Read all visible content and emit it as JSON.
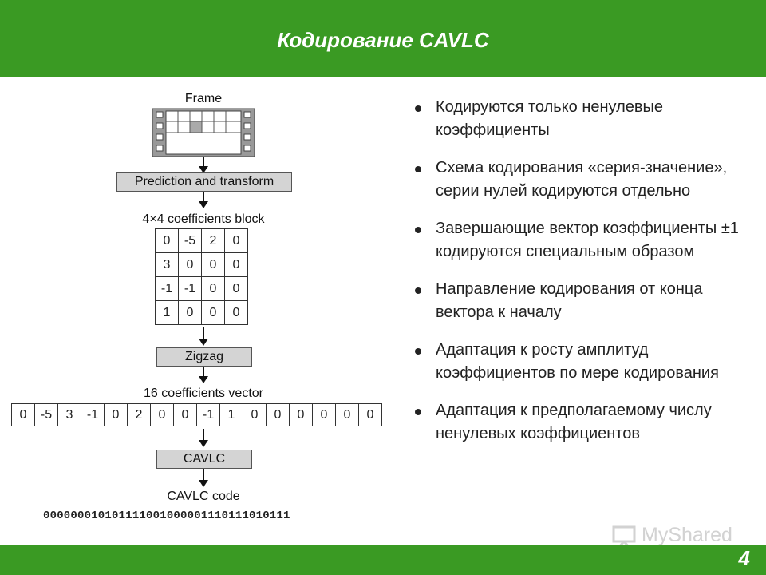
{
  "header": {
    "title": "Кодирование CAVLC"
  },
  "footer": {
    "page_number": "4",
    "watermark": "MyShared"
  },
  "diagram": {
    "frame_label": "Frame",
    "prediction_label": "Prediction and transform",
    "block_label": "4×4 coefficients block",
    "block": [
      [
        "0",
        "-5",
        "2",
        "0"
      ],
      [
        "3",
        "0",
        "0",
        "0"
      ],
      [
        "-1",
        "-1",
        "0",
        "0"
      ],
      [
        "1",
        "0",
        "0",
        "0"
      ]
    ],
    "zigzag_label": "Zigzag",
    "vector_label": "16 coefficients vector",
    "vector": [
      "0",
      "-5",
      "3",
      "-1",
      "0",
      "2",
      "0",
      "0",
      "-1",
      "1",
      "0",
      "0",
      "0",
      "0",
      "0",
      "0"
    ],
    "cavlc_label": "CAVLC",
    "code_label": "CAVLC code",
    "code_bits": "000000010101111001000001110111010111"
  },
  "bullets": [
    "Кодируются только ненулевые коэффициенты",
    "Схема кодирования «серия-значение», серии нулей кодируются отдельно",
    "Завершающие вектор коэффициенты ±1 кодируются специальным образом",
    "Направление кодирования от конца вектора к началу",
    "Адаптация к росту амплитуд коэффициентов по мере кодирования",
    "Адаптация к предполагаемому числу ненулевых коэффициентов"
  ]
}
